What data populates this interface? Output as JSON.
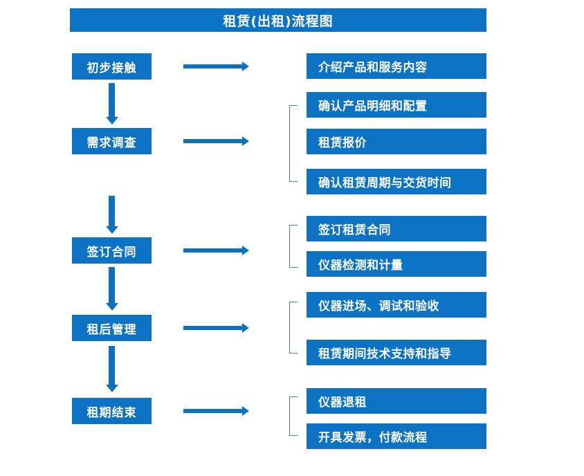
{
  "diagram": {
    "title": "租赁(出租)流程图",
    "accent_color": "#0b72c4",
    "connector_color": "#0e71bd",
    "bracket_color": "#3f7fbf",
    "background_color": "#ffffff",
    "stages": [
      {
        "label": "初步接触"
      },
      {
        "label": "需求调查"
      },
      {
        "label": "签订合同"
      },
      {
        "label": "租后管理"
      },
      {
        "label": "租期结束"
      }
    ],
    "details": [
      {
        "label": "介绍产品和服务内容"
      },
      {
        "label": "确认产品明细和配置"
      },
      {
        "label": "租赁报价"
      },
      {
        "label": "确认租赁周期与交货时间"
      },
      {
        "label": "签订租赁合同"
      },
      {
        "label": "仪器检测和计量"
      },
      {
        "label": "仪器进场、调试和验收"
      },
      {
        "label": "租赁期间技术支持和指导"
      },
      {
        "label": "仪器退租"
      },
      {
        "label": "开具发票，付款流程"
      }
    ]
  }
}
